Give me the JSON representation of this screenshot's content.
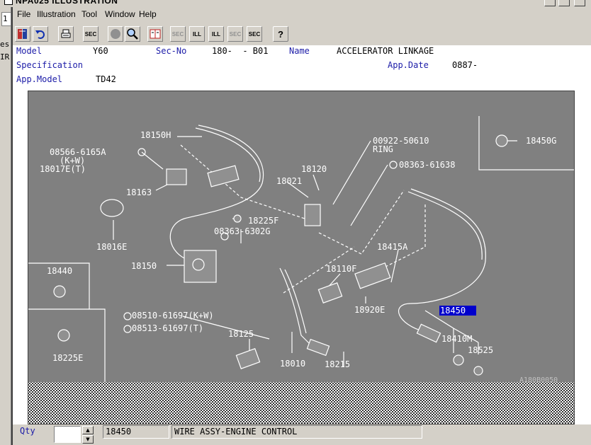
{
  "window": {
    "title": "NPA025 ILLUSTRATION"
  },
  "left_strip": {
    "fragments": [
      "1",
      "es",
      "IR"
    ]
  },
  "menu": {
    "items": [
      "File",
      "Illustration",
      "Tool",
      "Window",
      "Help"
    ]
  },
  "toolbar": {
    "buttons": [
      {
        "icon": "parts-book-icon",
        "label": ""
      },
      {
        "icon": "undo-arrow-icon",
        "label": ""
      },
      {
        "icon": "printer-icon",
        "label": ""
      },
      {
        "icon": "sec-doc-icon",
        "label": "SEC"
      },
      {
        "icon": "circle-icon",
        "label": ""
      },
      {
        "icon": "magnifier-icon",
        "label": ""
      },
      {
        "icon": "book-open-icon",
        "label": ""
      },
      {
        "icon": "prev-sec-icon",
        "label": "SEC"
      },
      {
        "icon": "prev-ill-icon",
        "label": "ILL"
      },
      {
        "icon": "next-ill-icon",
        "label": "ILL"
      },
      {
        "icon": "next-sec-disabled-icon",
        "label": "SEC"
      },
      {
        "icon": "next-sec-icon",
        "label": "SEC"
      },
      {
        "icon": "help-question-icon",
        "label": "?"
      }
    ]
  },
  "info": {
    "model_label": "Model",
    "model_value": "Y60",
    "secno_label": "Sec-No",
    "secno_value": "180-  - B01",
    "name_label": "Name",
    "name_value": "ACCELERATOR LINKAGE",
    "spec_label": "Specification",
    "appdate_label": "App.Date",
    "appdate_value": "0887-",
    "appmodel_label": "App.Model",
    "appmodel_value": "TD42"
  },
  "illustration": {
    "labels": {
      "p18150H": "18150H",
      "p08566": "08566-6165A",
      "pKW1": "(K+W)",
      "p18017E": "18017E(T)",
      "p18163": "18163",
      "p18016E": "18016E",
      "p18150": "18150",
      "p18225F": "18225F",
      "p08363a": "08363-6302G",
      "p18021": "18021",
      "p18120": "18120",
      "p00922": "00922-50610",
      "pRING": "RING",
      "p08363b": "08363-61638",
      "p18450G": "18450G",
      "p18415A": "18415A",
      "p18110F": "18110F",
      "p18920E": "18920E",
      "p18440": "18440",
      "p18225E": "18225E",
      "p08510": "08510-61697(K+W)",
      "p08513": "08513-61697(T)",
      "p18125": "18125",
      "p18010": "18010",
      "p18215": "18215",
      "p18410M": "18410M",
      "p18525": "18525",
      "code": "A180B0050"
    },
    "selected_part": "18450"
  },
  "status": {
    "qty_label": "Qty",
    "qty_value": "",
    "part_no": "18450",
    "description": "WIRE ASSY-ENGINE CONTROL"
  }
}
